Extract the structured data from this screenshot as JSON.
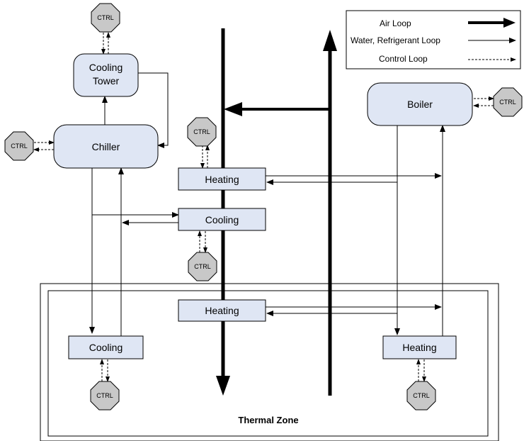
{
  "legend": {
    "air_loop": "Air Loop",
    "water_loop": "Water, Refrigerant Loop",
    "control_loop": "Control Loop"
  },
  "components": {
    "cooling_tower_line1": "Cooling",
    "cooling_tower_line2": "Tower",
    "chiller": "Chiller",
    "boiler": "Boiler",
    "heating_coil_1": "Heating",
    "cooling_coil_1": "Cooling",
    "heating_coil_2": "Heating",
    "zone_cooling": "Cooling",
    "zone_heating": "Heating"
  },
  "ctrl_label": "CTRL",
  "zone_label": "Thermal Zone",
  "colors": {
    "box_fill": "#dfe6f4",
    "ctrl_fill": "#c8c8c8",
    "line": "#000000"
  }
}
